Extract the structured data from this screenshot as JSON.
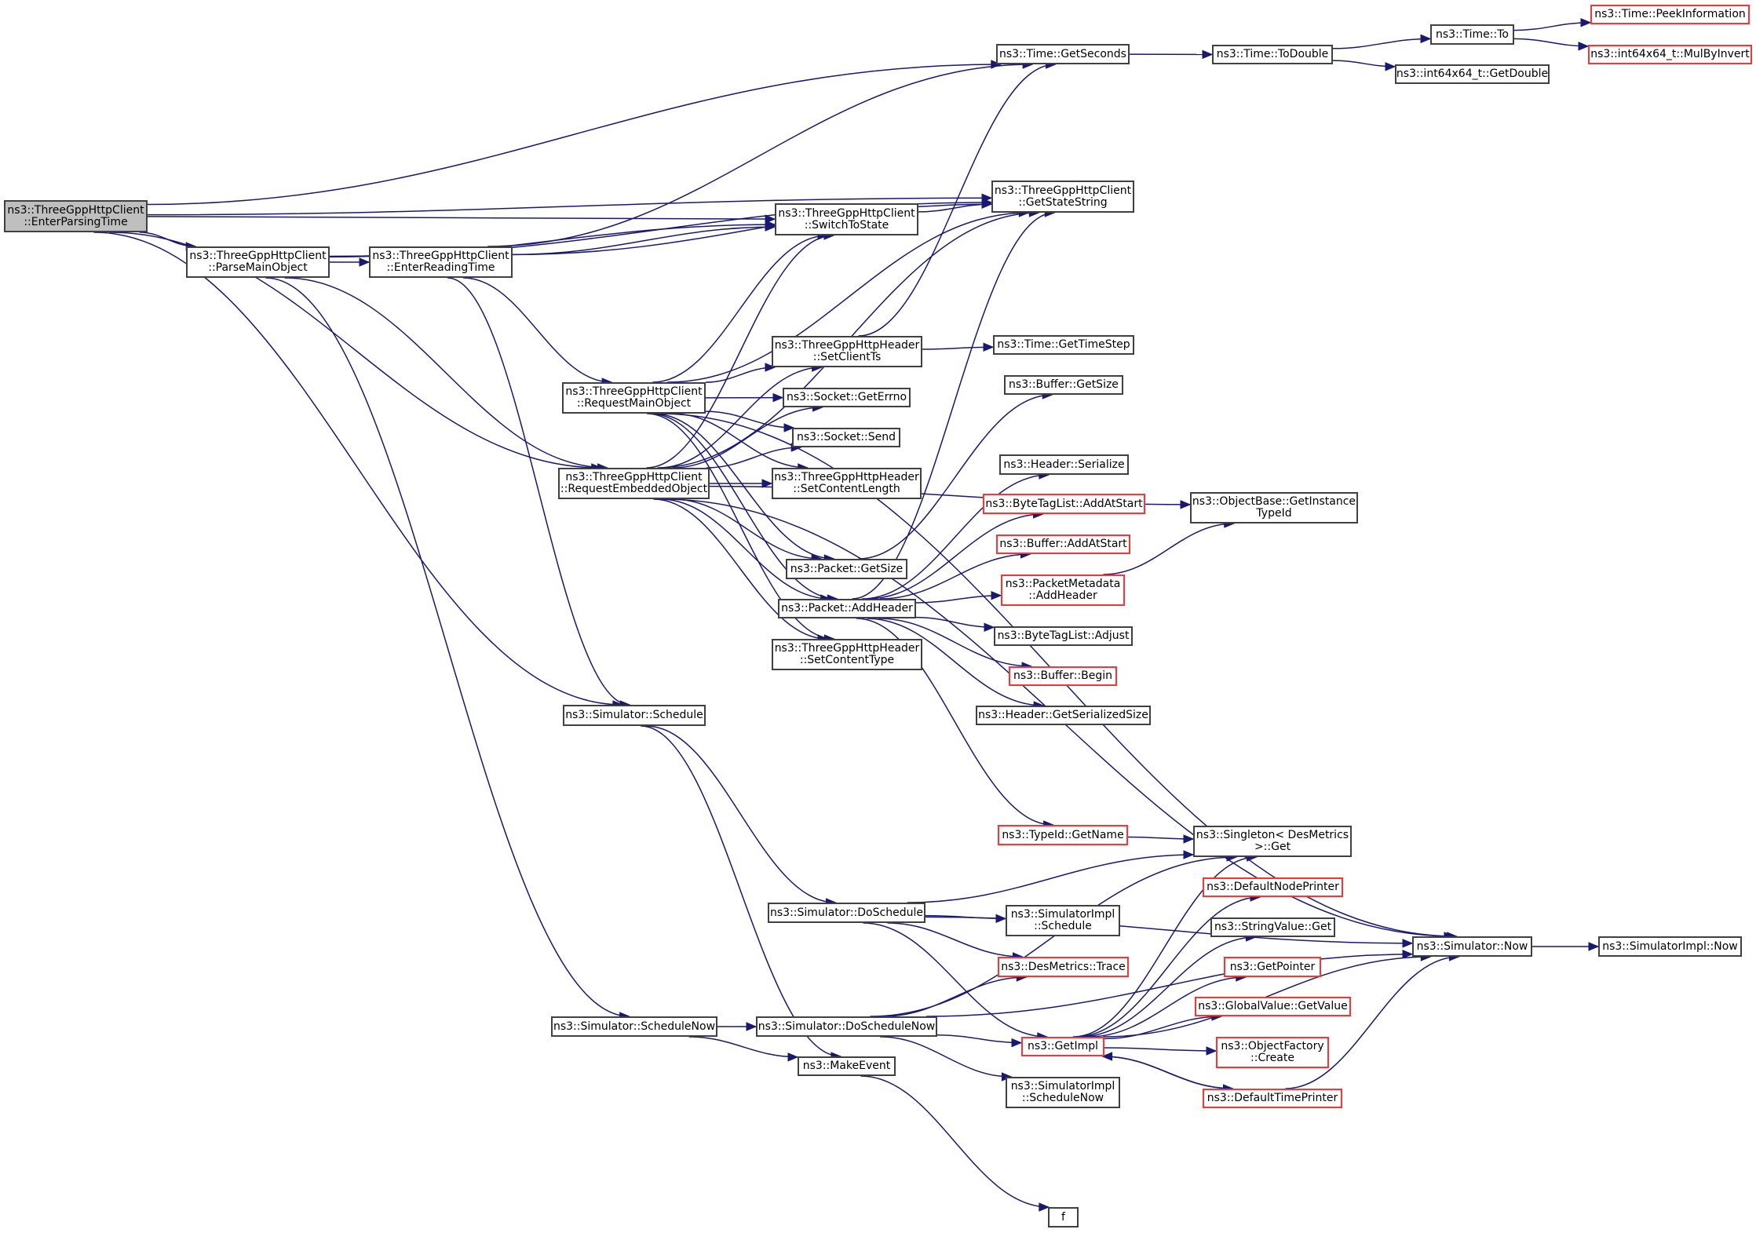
{
  "diagram": {
    "title": "Call graph of ns3::ThreeGppHttpClient::EnterParsingTime",
    "root": "EnterParsingTime",
    "colors": {
      "edge": "#191970",
      "root_fill": "#bfbfbf",
      "node_border": "#404040",
      "undocumented_border": "#ff3333"
    },
    "nodes": [
      {
        "id": "EnterParsingTime",
        "lines": [
          "ns3::ThreeGppHttpClient",
          "::EnterParsingTime"
        ],
        "style": "root"
      },
      {
        "id": "ParseMainObject",
        "lines": [
          "ns3::ThreeGppHttpClient",
          "::ParseMainObject"
        ],
        "style": "normal"
      },
      {
        "id": "EnterReadingTime",
        "lines": [
          "ns3::ThreeGppHttpClient",
          "::EnterReadingTime"
        ],
        "style": "normal"
      },
      {
        "id": "GetSeconds",
        "lines": [
          "ns3::Time::GetSeconds"
        ],
        "style": "normal"
      },
      {
        "id": "ToDouble",
        "lines": [
          "ns3::Time::ToDouble"
        ],
        "style": "normal"
      },
      {
        "id": "TimeTo",
        "lines": [
          "ns3::Time::To"
        ],
        "style": "normal"
      },
      {
        "id": "PeekInformation",
        "lines": [
          "ns3::Time::PeekInformation"
        ],
        "style": "external"
      },
      {
        "id": "MulByInvert",
        "lines": [
          "ns3::int64x64_t::MulByInvert"
        ],
        "style": "external"
      },
      {
        "id": "GetDouble",
        "lines": [
          "ns3::int64x64_t::GetDouble"
        ],
        "style": "normal"
      },
      {
        "id": "GetStateString",
        "lines": [
          "ns3::ThreeGppHttpClient",
          "::GetStateString"
        ],
        "style": "normal"
      },
      {
        "id": "SwitchToState",
        "lines": [
          "ns3::ThreeGppHttpClient",
          "::SwitchToState"
        ],
        "style": "normal"
      },
      {
        "id": "SetClientTs",
        "lines": [
          "ns3::ThreeGppHttpHeader",
          "::SetClientTs"
        ],
        "style": "normal"
      },
      {
        "id": "GetTimeStep",
        "lines": [
          "ns3::Time::GetTimeStep"
        ],
        "style": "normal"
      },
      {
        "id": "RequestMainObject",
        "lines": [
          "ns3::ThreeGppHttpClient",
          "::RequestMainObject"
        ],
        "style": "normal"
      },
      {
        "id": "SocketGetErrno",
        "lines": [
          "ns3::Socket::GetErrno"
        ],
        "style": "normal"
      },
      {
        "id": "SocketSend",
        "lines": [
          "ns3::Socket::Send"
        ],
        "style": "normal"
      },
      {
        "id": "BufferGetSize",
        "lines": [
          "ns3::Buffer::GetSize"
        ],
        "style": "normal"
      },
      {
        "id": "RequestEmbeddedObject",
        "lines": [
          "ns3::ThreeGppHttpClient",
          "::RequestEmbeddedObject"
        ],
        "style": "normal"
      },
      {
        "id": "SetContentLength",
        "lines": [
          "ns3::ThreeGppHttpHeader",
          "::SetContentLength"
        ],
        "style": "normal"
      },
      {
        "id": "HeaderSerialize",
        "lines": [
          "ns3::Header::Serialize"
        ],
        "style": "normal"
      },
      {
        "id": "ByteTagListAddAtStart",
        "lines": [
          "ns3::ByteTagList::AddAtStart"
        ],
        "style": "external"
      },
      {
        "id": "GetInstanceTypeId",
        "lines": [
          "ns3::ObjectBase::GetInstance",
          "TypeId"
        ],
        "style": "normal"
      },
      {
        "id": "BufferAddAtStart",
        "lines": [
          "ns3::Buffer::AddAtStart"
        ],
        "style": "external"
      },
      {
        "id": "PacketGetSize",
        "lines": [
          "ns3::Packet::GetSize"
        ],
        "style": "normal"
      },
      {
        "id": "PacketMetadataAddHeader",
        "lines": [
          "ns3::PacketMetadata",
          "::AddHeader"
        ],
        "style": "external"
      },
      {
        "id": "PacketAddHeader",
        "lines": [
          "ns3::Packet::AddHeader"
        ],
        "style": "normal"
      },
      {
        "id": "ByteTagListAdjust",
        "lines": [
          "ns3::ByteTagList::Adjust"
        ],
        "style": "normal"
      },
      {
        "id": "SetContentType",
        "lines": [
          "ns3::ThreeGppHttpHeader",
          "::SetContentType"
        ],
        "style": "normal"
      },
      {
        "id": "BufferBegin",
        "lines": [
          "ns3::Buffer::Begin"
        ],
        "style": "external"
      },
      {
        "id": "SimulatorSchedule",
        "lines": [
          "ns3::Simulator::Schedule"
        ],
        "style": "normal"
      },
      {
        "id": "GetSerializedSize",
        "lines": [
          "ns3::Header::GetSerializedSize"
        ],
        "style": "normal"
      },
      {
        "id": "TypeIdGetName",
        "lines": [
          "ns3::TypeId::GetName"
        ],
        "style": "external"
      },
      {
        "id": "SingletonGet",
        "lines": [
          "ns3::Singleton< DesMetrics",
          ">::Get"
        ],
        "style": "normal"
      },
      {
        "id": "DefaultNodePrinter",
        "lines": [
          "ns3::DefaultNodePrinter"
        ],
        "style": "external"
      },
      {
        "id": "DoSchedule",
        "lines": [
          "ns3::Simulator::DoSchedule"
        ],
        "style": "normal"
      },
      {
        "id": "SimulatorImplSchedule",
        "lines": [
          "ns3::SimulatorImpl",
          "::Schedule"
        ],
        "style": "normal"
      },
      {
        "id": "StringValueGet",
        "lines": [
          "ns3::StringValue::Get"
        ],
        "style": "normal"
      },
      {
        "id": "SimulatorNow",
        "lines": [
          "ns3::Simulator::Now"
        ],
        "style": "normal"
      },
      {
        "id": "SimulatorImplNow",
        "lines": [
          "ns3::SimulatorImpl::Now"
        ],
        "style": "normal"
      },
      {
        "id": "DesMetricsTrace",
        "lines": [
          "ns3::DesMetrics::Trace"
        ],
        "style": "external"
      },
      {
        "id": "GetPointer",
        "lines": [
          "ns3::GetPointer"
        ],
        "style": "external"
      },
      {
        "id": "GlobalValueGetValue",
        "lines": [
          "ns3::GlobalValue::GetValue"
        ],
        "style": "external"
      },
      {
        "id": "ScheduleNow",
        "lines": [
          "ns3::Simulator::ScheduleNow"
        ],
        "style": "normal"
      },
      {
        "id": "DoScheduleNow",
        "lines": [
          "ns3::Simulator::DoScheduleNow"
        ],
        "style": "normal"
      },
      {
        "id": "GetImpl",
        "lines": [
          "ns3::GetImpl"
        ],
        "style": "external"
      },
      {
        "id": "ObjectFactoryCreate",
        "lines": [
          "ns3::ObjectFactory",
          "::Create"
        ],
        "style": "external"
      },
      {
        "id": "MakeEvent",
        "lines": [
          "ns3::MakeEvent"
        ],
        "style": "normal"
      },
      {
        "id": "SimulatorImplScheduleNow",
        "lines": [
          "ns3::SimulatorImpl",
          "::ScheduleNow"
        ],
        "style": "normal"
      },
      {
        "id": "DefaultTimePrinter",
        "lines": [
          "ns3::DefaultTimePrinter"
        ],
        "style": "external"
      },
      {
        "id": "f",
        "lines": [
          "f"
        ],
        "style": "normal"
      }
    ],
    "edges": [
      [
        "EnterParsingTime",
        "GetSeconds"
      ],
      [
        "EnterParsingTime",
        "GetStateString"
      ],
      [
        "EnterParsingTime",
        "SwitchToState"
      ],
      [
        "EnterParsingTime",
        "ParseMainObject"
      ],
      [
        "EnterParsingTime",
        "RequestEmbeddedObject"
      ],
      [
        "EnterParsingTime",
        "SimulatorSchedule"
      ],
      [
        "ParseMainObject",
        "EnterReadingTime"
      ],
      [
        "ParseMainObject",
        "GetStateString"
      ],
      [
        "ParseMainObject",
        "SwitchToState"
      ],
      [
        "ParseMainObject",
        "RequestEmbeddedObject"
      ],
      [
        "ParseMainObject",
        "ScheduleNow"
      ],
      [
        "EnterReadingTime",
        "GetSeconds"
      ],
      [
        "EnterReadingTime",
        "GetStateString"
      ],
      [
        "EnterReadingTime",
        "SwitchToState"
      ],
      [
        "EnterReadingTime",
        "RequestMainObject"
      ],
      [
        "EnterReadingTime",
        "SimulatorSchedule"
      ],
      [
        "GetSeconds",
        "ToDouble"
      ],
      [
        "ToDouble",
        "TimeTo"
      ],
      [
        "ToDouble",
        "GetDouble"
      ],
      [
        "TimeTo",
        "PeekInformation"
      ],
      [
        "TimeTo",
        "MulByInvert"
      ],
      [
        "SwitchToState",
        "GetStateString"
      ],
      [
        "SetClientTs",
        "GetSeconds"
      ],
      [
        "SetClientTs",
        "GetTimeStep"
      ],
      [
        "RequestMainObject",
        "GetStateString"
      ],
      [
        "RequestMainObject",
        "SwitchToState"
      ],
      [
        "RequestMainObject",
        "SetClientTs"
      ],
      [
        "RequestMainObject",
        "SocketGetErrno"
      ],
      [
        "RequestMainObject",
        "SocketSend"
      ],
      [
        "RequestMainObject",
        "SetContentLength"
      ],
      [
        "RequestMainObject",
        "PacketGetSize"
      ],
      [
        "RequestMainObject",
        "PacketAddHeader"
      ],
      [
        "RequestMainObject",
        "SetContentType"
      ],
      [
        "RequestMainObject",
        "SimulatorNow"
      ],
      [
        "RequestEmbeddedObject",
        "GetStateString"
      ],
      [
        "RequestEmbeddedObject",
        "SwitchToState"
      ],
      [
        "RequestEmbeddedObject",
        "SetClientTs"
      ],
      [
        "RequestEmbeddedObject",
        "SocketGetErrno"
      ],
      [
        "RequestEmbeddedObject",
        "SocketSend"
      ],
      [
        "RequestEmbeddedObject",
        "SetContentLength"
      ],
      [
        "RequestEmbeddedObject",
        "GetInstanceTypeId"
      ],
      [
        "RequestEmbeddedObject",
        "PacketGetSize"
      ],
      [
        "RequestEmbeddedObject",
        "PacketAddHeader"
      ],
      [
        "RequestEmbeddedObject",
        "SetContentType"
      ],
      [
        "RequestEmbeddedObject",
        "SimulatorNow"
      ],
      [
        "PacketGetSize",
        "BufferGetSize"
      ],
      [
        "PacketAddHeader",
        "GetStateString"
      ],
      [
        "PacketAddHeader",
        "HeaderSerialize"
      ],
      [
        "PacketAddHeader",
        "ByteTagListAddAtStart"
      ],
      [
        "PacketAddHeader",
        "BufferAddAtStart"
      ],
      [
        "PacketAddHeader",
        "PacketMetadataAddHeader"
      ],
      [
        "PacketAddHeader",
        "ByteTagListAdjust"
      ],
      [
        "PacketAddHeader",
        "BufferBegin"
      ],
      [
        "PacketAddHeader",
        "GetSerializedSize"
      ],
      [
        "PacketAddHeader",
        "TypeIdGetName"
      ],
      [
        "PacketMetadataAddHeader",
        "GetInstanceTypeId"
      ],
      [
        "SimulatorSchedule",
        "DoSchedule"
      ],
      [
        "SimulatorSchedule",
        "MakeEvent"
      ],
      [
        "TypeIdGetName",
        "SingletonGet"
      ],
      [
        "DoSchedule",
        "SingletonGet"
      ],
      [
        "DoSchedule",
        "SimulatorNow"
      ],
      [
        "DoSchedule",
        "SimulatorImplSchedule"
      ],
      [
        "DoSchedule",
        "DesMetricsTrace"
      ],
      [
        "DoSchedule",
        "GetImpl"
      ],
      [
        "SimulatorNow",
        "SimulatorImplNow"
      ],
      [
        "ScheduleNow",
        "DoScheduleNow"
      ],
      [
        "ScheduleNow",
        "MakeEvent"
      ],
      [
        "DoScheduleNow",
        "SingletonGet"
      ],
      [
        "DoScheduleNow",
        "DesMetricsTrace"
      ],
      [
        "DoScheduleNow",
        "GetImpl"
      ],
      [
        "DoScheduleNow",
        "SimulatorImplScheduleNow"
      ],
      [
        "DoScheduleNow",
        "SimulatorNow"
      ],
      [
        "GetImpl",
        "SingletonGet"
      ],
      [
        "GetImpl",
        "DefaultNodePrinter"
      ],
      [
        "GetImpl",
        "StringValueGet"
      ],
      [
        "GetImpl",
        "GetPointer"
      ],
      [
        "GetImpl",
        "GlobalValueGetValue"
      ],
      [
        "GetImpl",
        "ObjectFactoryCreate"
      ],
      [
        "GetImpl",
        "DefaultTimePrinter"
      ],
      [
        "GetImpl",
        "SimulatorNow"
      ],
      [
        "DefaultTimePrinter",
        "GetImpl"
      ],
      [
        "DefaultTimePrinter",
        "SimulatorNow"
      ],
      [
        "MakeEvent",
        "f"
      ]
    ]
  }
}
